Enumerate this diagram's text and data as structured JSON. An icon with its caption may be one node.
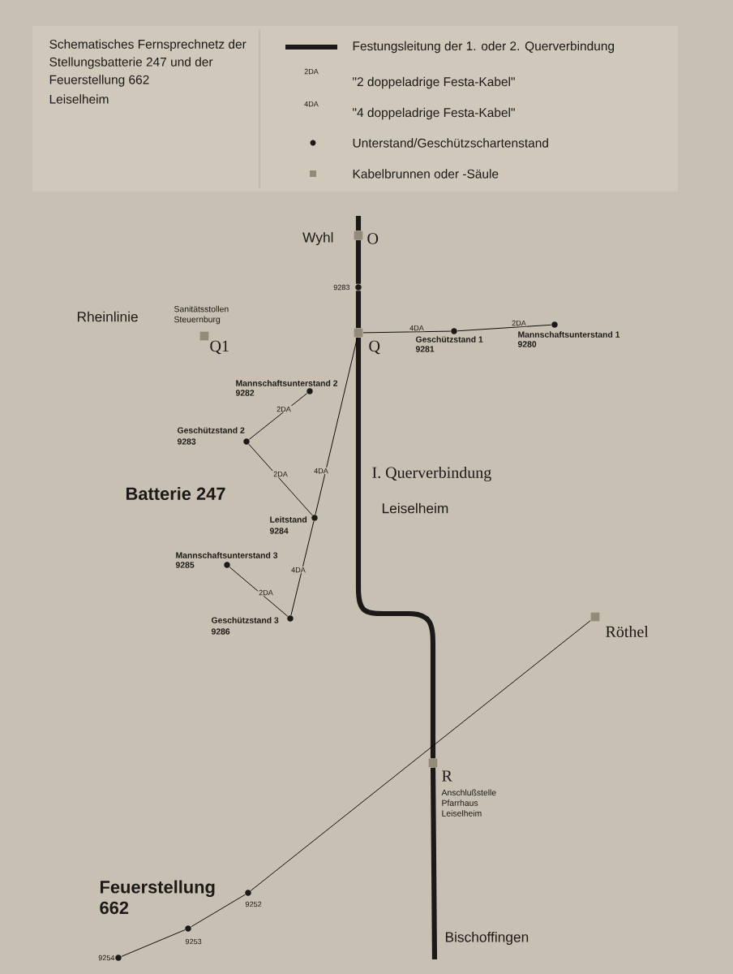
{
  "diagram": {
    "title": "Schematisches Fernsprechnetz der Stellungsbatterie 247 und der Feuerstellung 662",
    "nodes": [
      {
        "text": [],
        "shape": "box",
        "beside": [
          "Wyhl",
          "O"
        ]
      },
      {
        "text": [],
        "shape": "circle",
        "beside": [
          "9283"
        ]
      },
      {
        "text": [],
        "shape": "box",
        "beside": [
          "Sanitätsstollen Steuernburg",
          "Q1"
        ]
      },
      {
        "text": [],
        "shape": "box",
        "beside": [
          "Q"
        ]
      },
      {
        "text": [],
        "shape": "circle",
        "beside": [
          "Geschützstand 1",
          "9281"
        ]
      },
      {
        "text": [],
        "shape": "circle",
        "beside": [
          "Mannschaftsunterstand 1",
          "9280"
        ]
      },
      {
        "text": [],
        "shape": "circle",
        "beside": [
          "Mannschaftsunterstand 2",
          "9282"
        ]
      },
      {
        "text": [],
        "shape": "circle",
        "beside": [
          "Geschützstand 2",
          "9283"
        ]
      },
      {
        "text": [],
        "shape": "circle",
        "beside": [
          "Leitstand",
          "9284"
        ]
      },
      {
        "text": [],
        "shape": "circle",
        "beside": [
          "Mannschaftsunterstand 3",
          "9285"
        ]
      },
      {
        "text": [],
        "shape": "circle",
        "beside": [
          "Geschützstand 3",
          "9286"
        ]
      },
      {
        "text": [],
        "shape": "box",
        "beside": [
          "Röthel"
        ]
      },
      {
        "text": [],
        "shape": "box",
        "beside": [
          "R",
          "Anschlußstelle Pfarrhaus Leiselheim"
        ]
      },
      {
        "text": [],
        "shape": "circle",
        "beside": [
          "9252"
        ]
      },
      {
        "text": [],
        "shape": "circle",
        "beside": [
          "9253"
        ]
      },
      {
        "text": [],
        "shape": "circle",
        "beside": [
          "9254"
        ]
      }
    ],
    "edges": [
      {
        "from": null,
        "to": 0,
        "arrow": "none",
        "style": "thick"
      },
      {
        "from": 0,
        "to": 1,
        "arrow": "none",
        "style": "thick"
      },
      {
        "from": 1,
        "to": 3,
        "arrow": "none",
        "style": "thick"
      },
      {
        "from": 3,
        "to": 12,
        "arrow": "none",
        "style": "thick"
      },
      {
        "from": 12,
        "to": null,
        "arrow": "none",
        "style": "thick"
      },
      {
        "from": 3,
        "to": 4,
        "arrow": "none",
        "label": "4DA"
      },
      {
        "from": 4,
        "to": 5,
        "arrow": "none",
        "label": "2DA"
      },
      {
        "from": 6,
        "to": 7,
        "arrow": "none",
        "label": "2DA"
      },
      {
        "from": 7,
        "to": 8,
        "arrow": "none",
        "label": "2DA"
      },
      {
        "from": 3,
        "to": 8,
        "arrow": "none",
        "label": "4DA"
      },
      {
        "from": 8,
        "to": 10,
        "arrow": "none",
        "label": "4DA"
      },
      {
        "from": 9,
        "to": 10,
        "arrow": "none",
        "label": "2DA"
      },
      {
        "from": 11,
        "to": 13,
        "arrow": "none"
      },
      {
        "from": 13,
        "to": 14,
        "arrow": "none"
      },
      {
        "from": 14,
        "to": 15,
        "arrow": "none"
      }
    ],
    "labels": [
      "Leiselheim",
      "2DA",
      "4DA",
      "Rheinlinie",
      "Batterie 247",
      "I. Querverbindung",
      "Leiselheim",
      "Feuerstellung 662",
      "Bischoffingen"
    ],
    "legend": [
      {
        "text": "Festungsleitung der 1. oder 2. Querverbindung"
      },
      {
        "text": "\"2 doppeladrige Festa-Kabel\""
      },
      {
        "text": "\"4 doppeladrige Festa-Kabel\""
      },
      {
        "text": "Unterstand/Geschützschartenstand"
      },
      {
        "text": "Kabelbrunnen oder -Säule"
      }
    ]
  }
}
